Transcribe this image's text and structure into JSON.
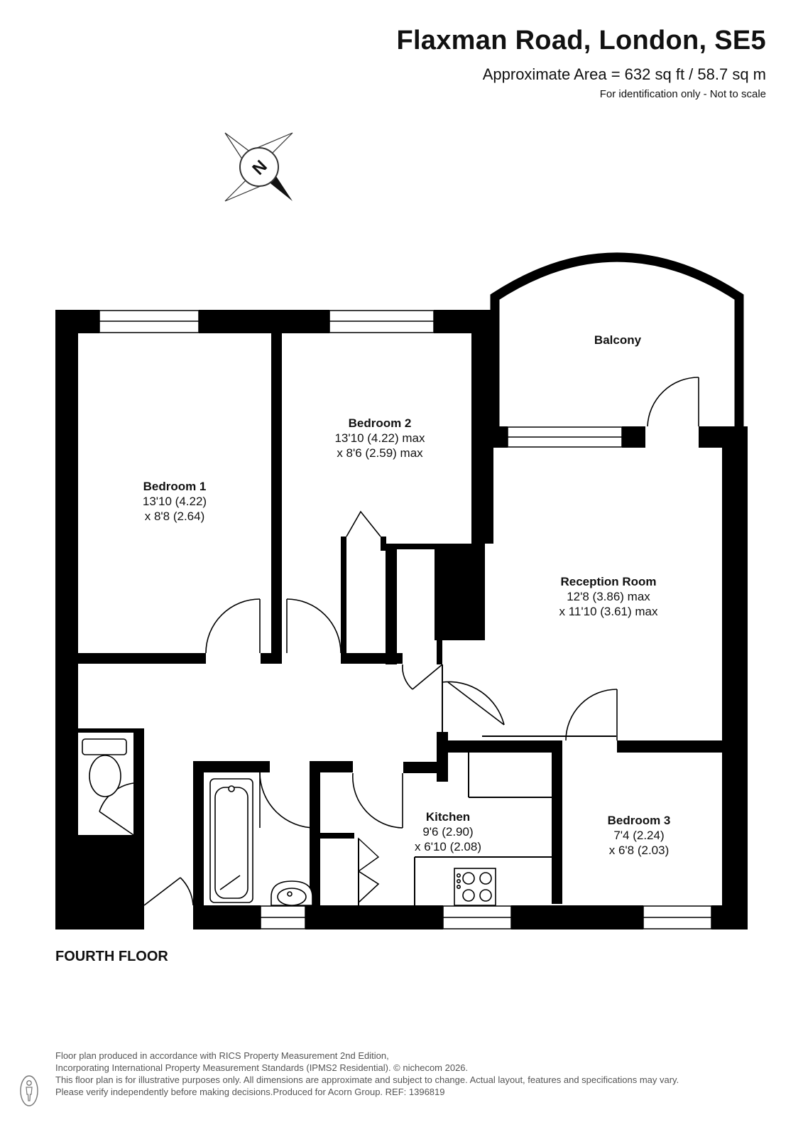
{
  "header": {
    "title": "Flaxman Road, London, SE5",
    "area": "Approximate Area = 632 sq ft / 58.7 sq m",
    "note": "For identification only - Not to scale"
  },
  "compass": {
    "letter": "N"
  },
  "rooms": {
    "bedroom1": {
      "name": "Bedroom 1",
      "dim1": "13'10 (4.22)",
      "dim2": "x 8'8 (2.64)"
    },
    "bedroom2": {
      "name": "Bedroom 2",
      "dim1": "13'10 (4.22) max",
      "dim2": "x 8'6 (2.59) max"
    },
    "balcony": {
      "name": "Balcony"
    },
    "reception": {
      "name": "Reception Room",
      "dim1": "12'8 (3.86) max",
      "dim2": "x 11'10 (3.61) max"
    },
    "kitchen": {
      "name": "Kitchen",
      "dim1": "9'6 (2.90)",
      "dim2": "x 6'10 (2.08)"
    },
    "bedroom3": {
      "name": "Bedroom 3",
      "dim1": "7'4 (2.24)",
      "dim2": "x 6'8 (2.03)"
    }
  },
  "floor_label": "FOURTH FLOOR",
  "footer": {
    "line1": "Floor plan produced in accordance with RICS Property Measurement 2nd Edition,",
    "line2": "Incorporating International Property Measurement Standards (IPMS2 Residential).   © nichecom 2026.",
    "line3": "This floor plan is for illustrative purposes only. All dimensions are approximate and subject to change. Actual layout, features and specifications may vary.",
    "line4": "Please verify independently before making decisions.Produced for Acorn Group.    REF:  1396819"
  }
}
